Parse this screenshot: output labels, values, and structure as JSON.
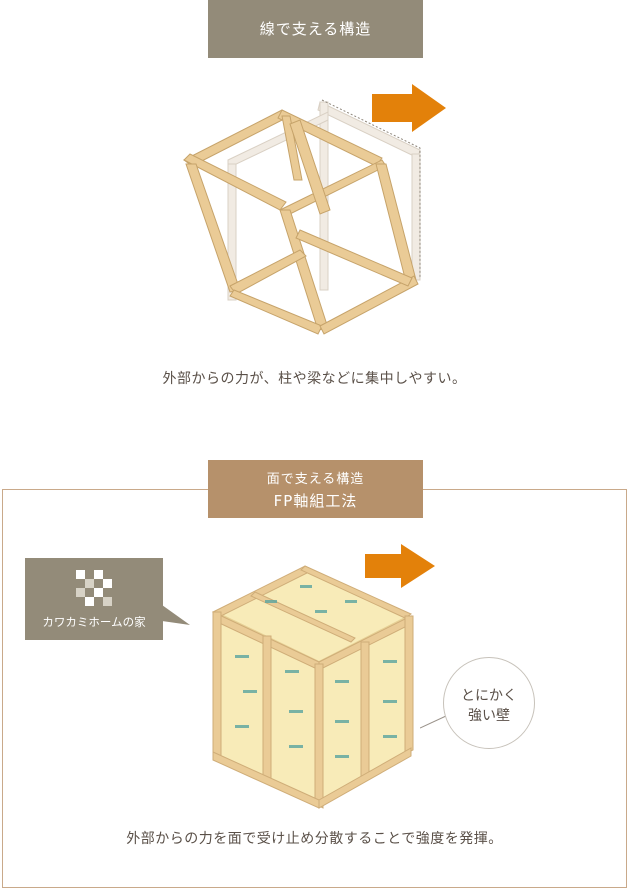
{
  "top_section": {
    "label": "線で支える構造",
    "caption": "外部からの力が、柱や梁などに集中しやすい。"
  },
  "bottom_section": {
    "label_line1": "面で支える構造",
    "label_line2": "FP軸組工法",
    "brand_name": "カワカミホームの家",
    "bubble_line1": "とにかく",
    "bubble_line2": "強い壁",
    "caption": "外部からの力を面で受け止め分散することで強度を発揮。"
  },
  "colors": {
    "gray_label": "#938b79",
    "brown_label": "#b6916b",
    "arrow_orange": "#e3810a",
    "wood": "#eacb96",
    "panel": "#f8ebb8",
    "border": "#c9a98a"
  }
}
